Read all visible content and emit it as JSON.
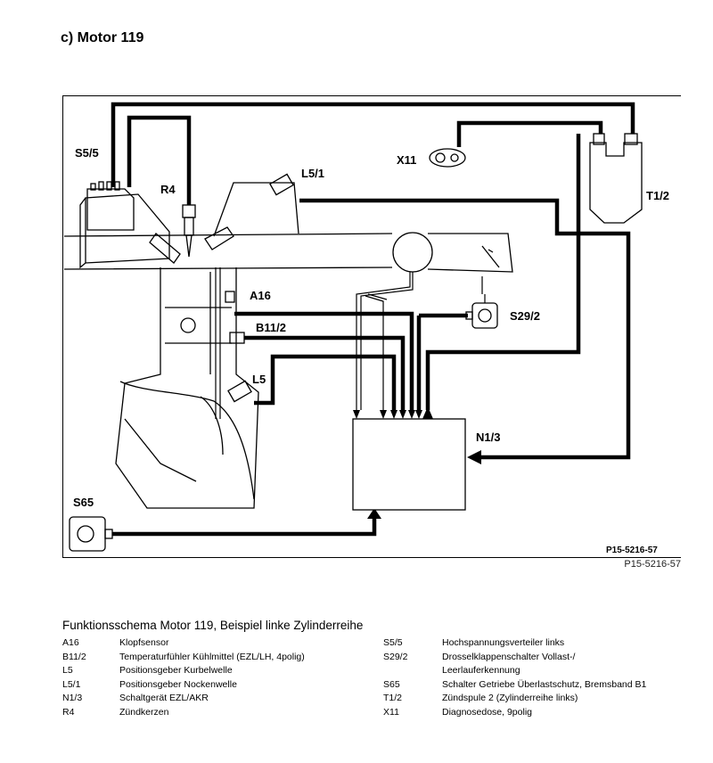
{
  "heading": "c)  Motor 119",
  "labels": {
    "S5_5": "S5/5",
    "R4": "R4",
    "L5_1": "L5/1",
    "X11": "X11",
    "T1_2": "T1/2",
    "A16": "A16",
    "B11_2": "B11/2",
    "S29_2": "S29/2",
    "L5": "L5",
    "N1_3": "N1/3",
    "S65": "S65"
  },
  "figure_code": "P15-5216-57",
  "figure_code_below": "P15-5216-57",
  "caption": "Funktionsschema Motor 119, Beispiel linke Zylinderreihe",
  "legend_left": [
    {
      "key": "A16",
      "text": "Klopfsensor"
    },
    {
      "key": "B11/2",
      "text": "Temperaturfühler Kühlmittel (EZL/LH, 4polig)"
    },
    {
      "key": "L5",
      "text": "Positionsgeber Kurbelwelle"
    },
    {
      "key": "L5/1",
      "text": "Positionsgeber Nockenwelle"
    },
    {
      "key": "N1/3",
      "text": "Schaltgerät EZL/AKR"
    },
    {
      "key": "R4",
      "text": "Zündkerzen"
    }
  ],
  "legend_right": [
    {
      "key": "S5/5",
      "text": "Hochspannungsverteiler links"
    },
    {
      "key": "S29/2",
      "text": "Drosselklappenschalter Vollast-/"
    },
    {
      "key": "",
      "text": "Leerlauferkennung"
    },
    {
      "key": "S65",
      "text": "Schalter Getriebe Überlastschutz, Bremsband B1"
    },
    {
      "key": "T1/2",
      "text": "Zündspule 2 (Zylinderreihe links)"
    },
    {
      "key": "X11",
      "text": "Diagnosedose, 9polig"
    }
  ]
}
